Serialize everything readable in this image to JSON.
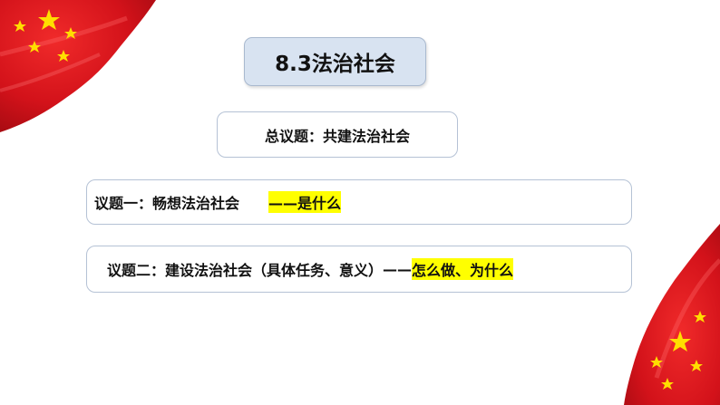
{
  "slide": {
    "title": "8.3法治社会",
    "main_topic": "总议题：共建法治社会",
    "topic1": {
      "question": "议题一：畅想法治社会",
      "answer": "——是什么"
    },
    "topic2": {
      "question": "议题二：建设法治社会（具体任务、意义）",
      "dash": "——",
      "answer": "怎么做、为什么"
    }
  },
  "colors": {
    "flag_red": "#d7141a",
    "star_yellow": "#ffde00",
    "title_box_fill": "#d8e3f1",
    "box_border": "#b5c2d5",
    "highlight": "#ffff00"
  }
}
